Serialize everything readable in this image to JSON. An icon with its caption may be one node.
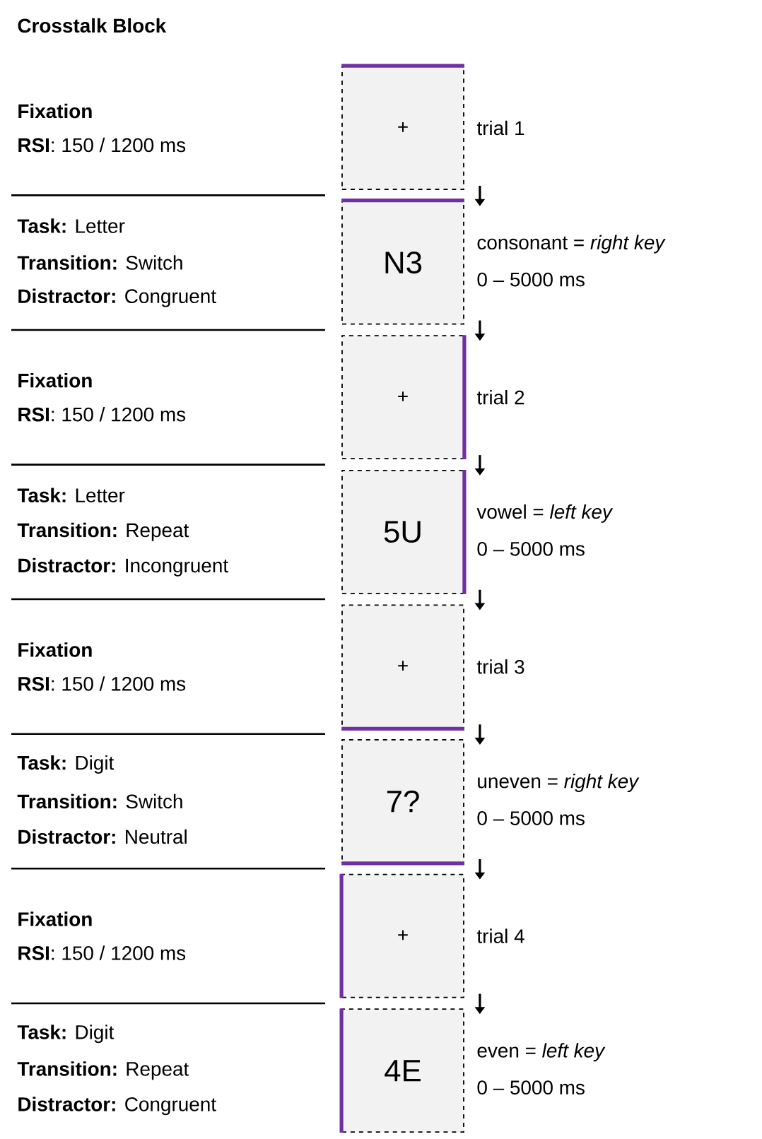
{
  "diagram": {
    "title": "Crosstalk Block",
    "nodes": [
      {
        "text": [
          "+"
        ],
        "beside": [
          "trial 1"
        ]
      },
      {
        "text": [
          "N3"
        ],
        "beside": [
          "consonant = *right key*",
          "0 – 5000 ms"
        ]
      },
      {
        "text": [
          "+"
        ],
        "beside": [
          "trial 2"
        ]
      },
      {
        "text": [
          "5U"
        ],
        "beside": [
          "vowel = *left key*",
          "0 – 5000 ms"
        ]
      },
      {
        "text": [
          "+"
        ],
        "beside": [
          "trial 3"
        ]
      },
      {
        "text": [
          "7?"
        ],
        "beside": [
          "uneven = *right key*",
          "0 – 5000 ms"
        ]
      },
      {
        "text": [
          "+"
        ],
        "beside": [
          "trial 4"
        ]
      },
      {
        "text": [
          "4E"
        ],
        "beside": [
          "even = *left key*",
          "0 – 5000 ms"
        ]
      }
    ],
    "edges": [
      {
        "from": 0,
        "to": 1,
        "arrow": "to"
      },
      {
        "from": 1,
        "to": 2,
        "arrow": "to"
      },
      {
        "from": 2,
        "to": 3,
        "arrow": "to"
      },
      {
        "from": 3,
        "to": 4,
        "arrow": "to"
      },
      {
        "from": 4,
        "to": 5,
        "arrow": "to"
      },
      {
        "from": 5,
        "to": 6,
        "arrow": "to"
      },
      {
        "from": 6,
        "to": 7,
        "arrow": "to"
      }
    ],
    "labels": [
      "Fixation",
      "**RSI**: 150 / 1200 ms",
      "**Task:** Letter",
      "**Transition:** Switch",
      "**Distractor:** Congruent",
      "Fixation",
      "**RSI**: 150 / 1200 ms",
      "**Task:** Letter",
      "**Transition:** Repeat",
      "**Distractor:** Incongruent",
      "Fixation",
      "**RSI**: 150 / 1200 ms",
      "**Task:** Digit",
      "**Transition:** Switch",
      "**Distractor:** Neutral",
      "Fixation",
      "**RSI**: 150 / 1200 ms",
      "**Task:** Digit",
      "**Transition:** Repeat",
      "**Distractor:** Congruent"
    ]
  }
}
